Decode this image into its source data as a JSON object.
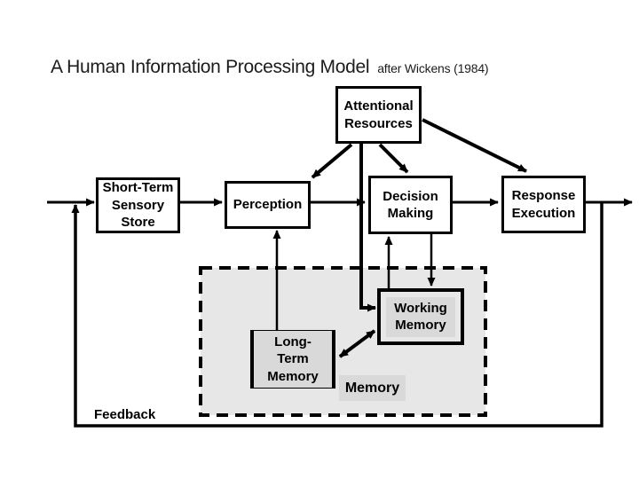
{
  "title": {
    "main": "A Human Information Processing Model",
    "suffix": "after Wickens (1984)"
  },
  "boxes": {
    "attentional": "Attentional\nResources",
    "stss": "Short-Term\nSensory\nStore",
    "perception": "Perception",
    "decision": "Decision\nMaking",
    "response": "Response\nExecution",
    "working": "Working\nMemory",
    "longterm": "Long-Term\nMemory"
  },
  "labels": {
    "memory": "Memory",
    "feedback": "Feedback"
  },
  "colors": {
    "ink": "#000000",
    "background": "#ffffff",
    "memory_area_fill": "#e7e7e7",
    "label_fill": "#d9d9d9"
  }
}
